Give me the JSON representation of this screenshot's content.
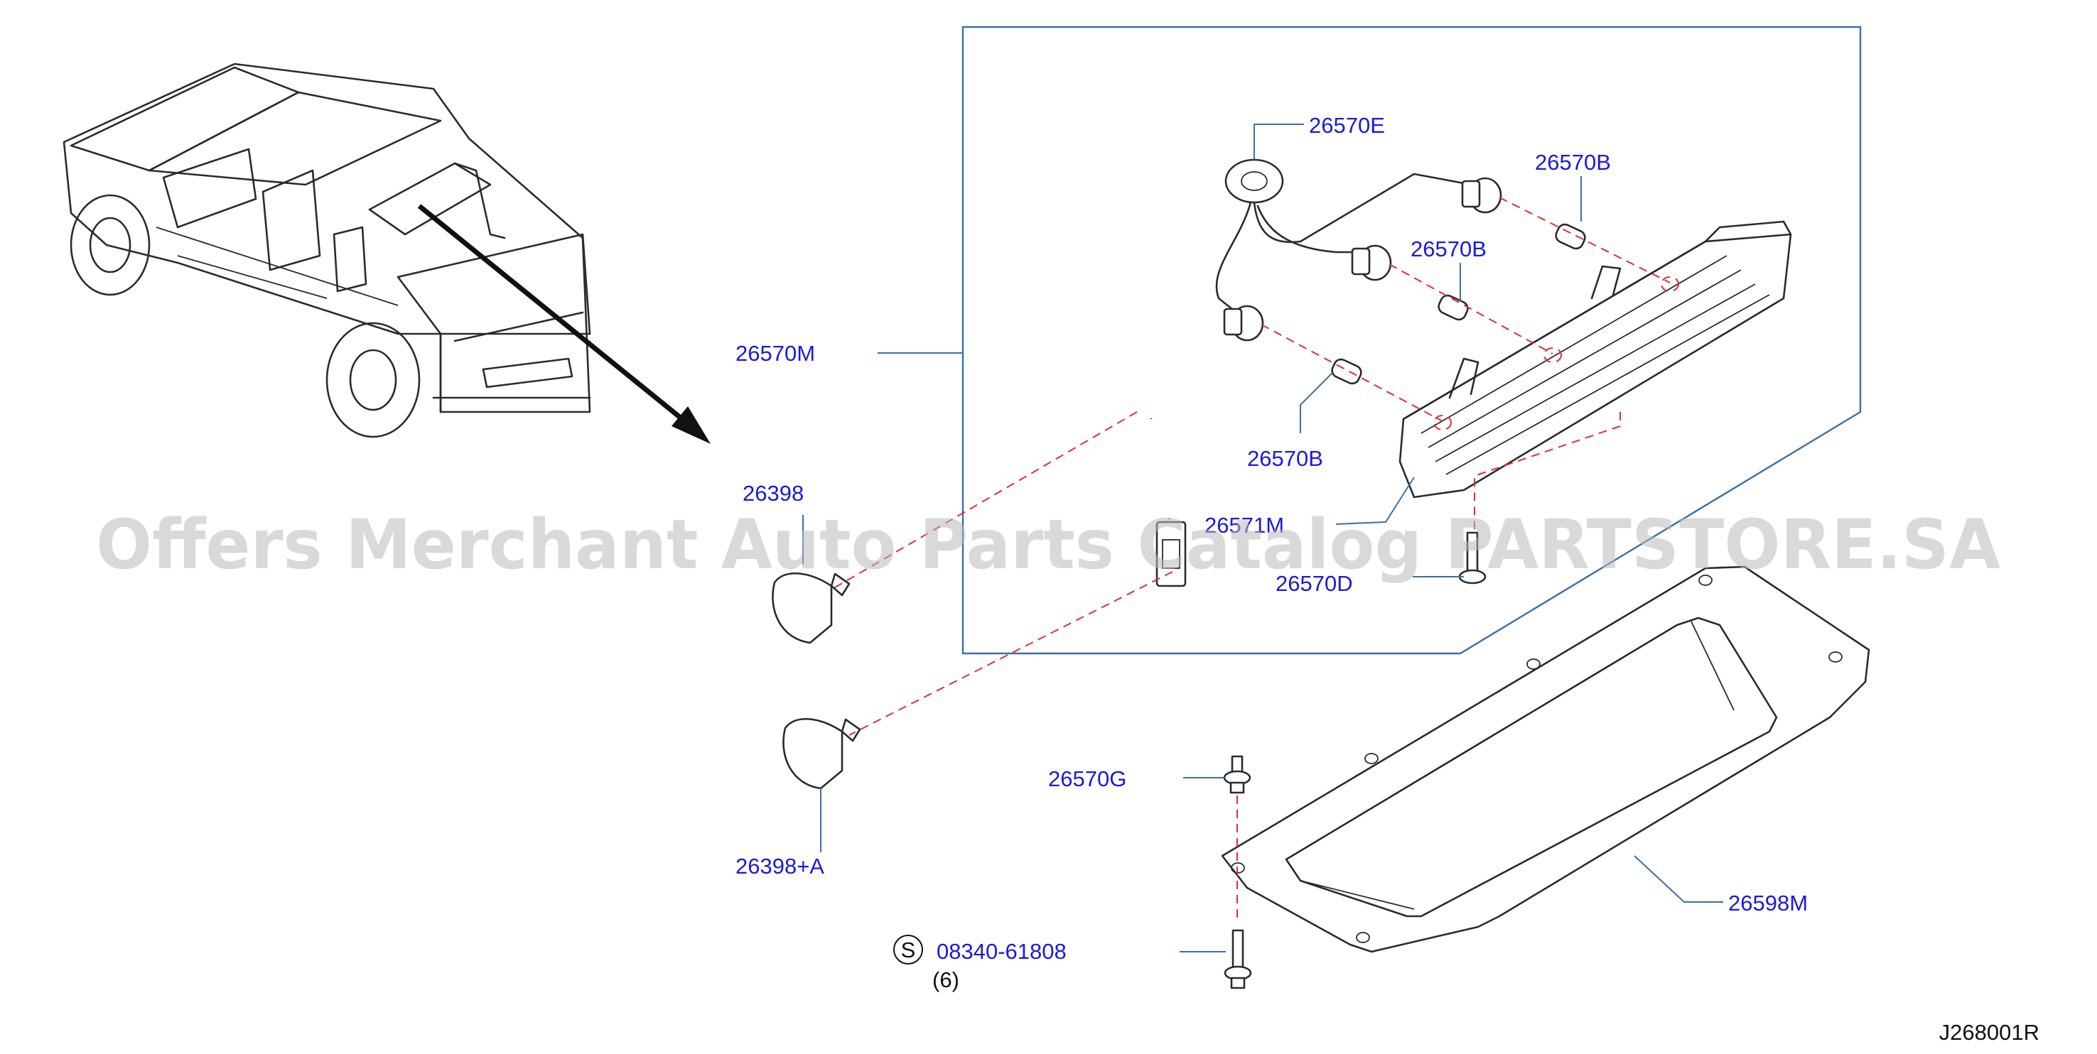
{
  "diagram": {
    "labels": {
      "l_26570E": "26570E",
      "l_26570B_1": "26570B",
      "l_26570B_2": "26570B",
      "l_26570B_3": "26570B",
      "l_26570M": "26570M",
      "l_26398": "26398",
      "l_26571M": "26571M",
      "l_26570D": "26570D",
      "l_26398A": "26398+A",
      "l_26570G": "26570G",
      "l_26598M": "26598M",
      "l_bolt": "08340-61808",
      "bolt_marker": "S",
      "bolt_qty": "(6)"
    },
    "figure_code": "J268001R",
    "watermark": "Offers Merchant Auto Parts Catalog PARTSTORE.SA"
  },
  "colors": {
    "part_label": "#1a1adc",
    "leader_line": "#3a6fa8",
    "dash_line": "#e03030",
    "drawing_line": "#2b2b2b",
    "watermark": "#b9b9b9"
  }
}
